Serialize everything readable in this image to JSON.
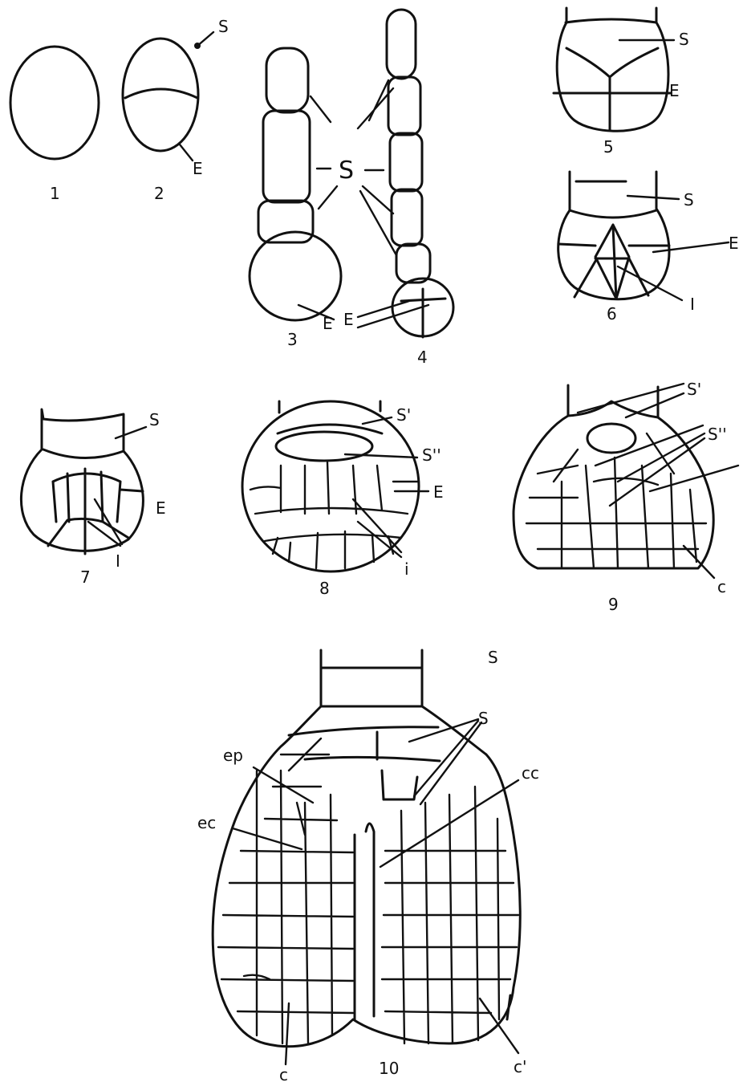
{
  "figures": [
    {
      "number": "1"
    },
    {
      "number": "2",
      "labels": [
        "S",
        "E"
      ]
    },
    {
      "number": "3",
      "labels": [
        "E"
      ]
    },
    {
      "number": "4",
      "labels": [
        "E"
      ]
    },
    {
      "number": "5",
      "labels": [
        "S",
        "E"
      ]
    },
    {
      "number": "6",
      "labels": [
        "S",
        "E",
        "I"
      ]
    },
    {
      "number": "7",
      "labels": [
        "S",
        "E",
        "I"
      ]
    },
    {
      "number": "8",
      "labels": [
        "S'",
        "S''",
        "E",
        "i"
      ]
    },
    {
      "number": "9",
      "labels": [
        "S'",
        "S''",
        "c"
      ]
    },
    {
      "number": "10",
      "labels": [
        "S",
        "S",
        "ep",
        "ec",
        "cc",
        "c",
        "c'"
      ]
    }
  ],
  "shared_labels": {
    "suspensor_3_4": "S"
  }
}
